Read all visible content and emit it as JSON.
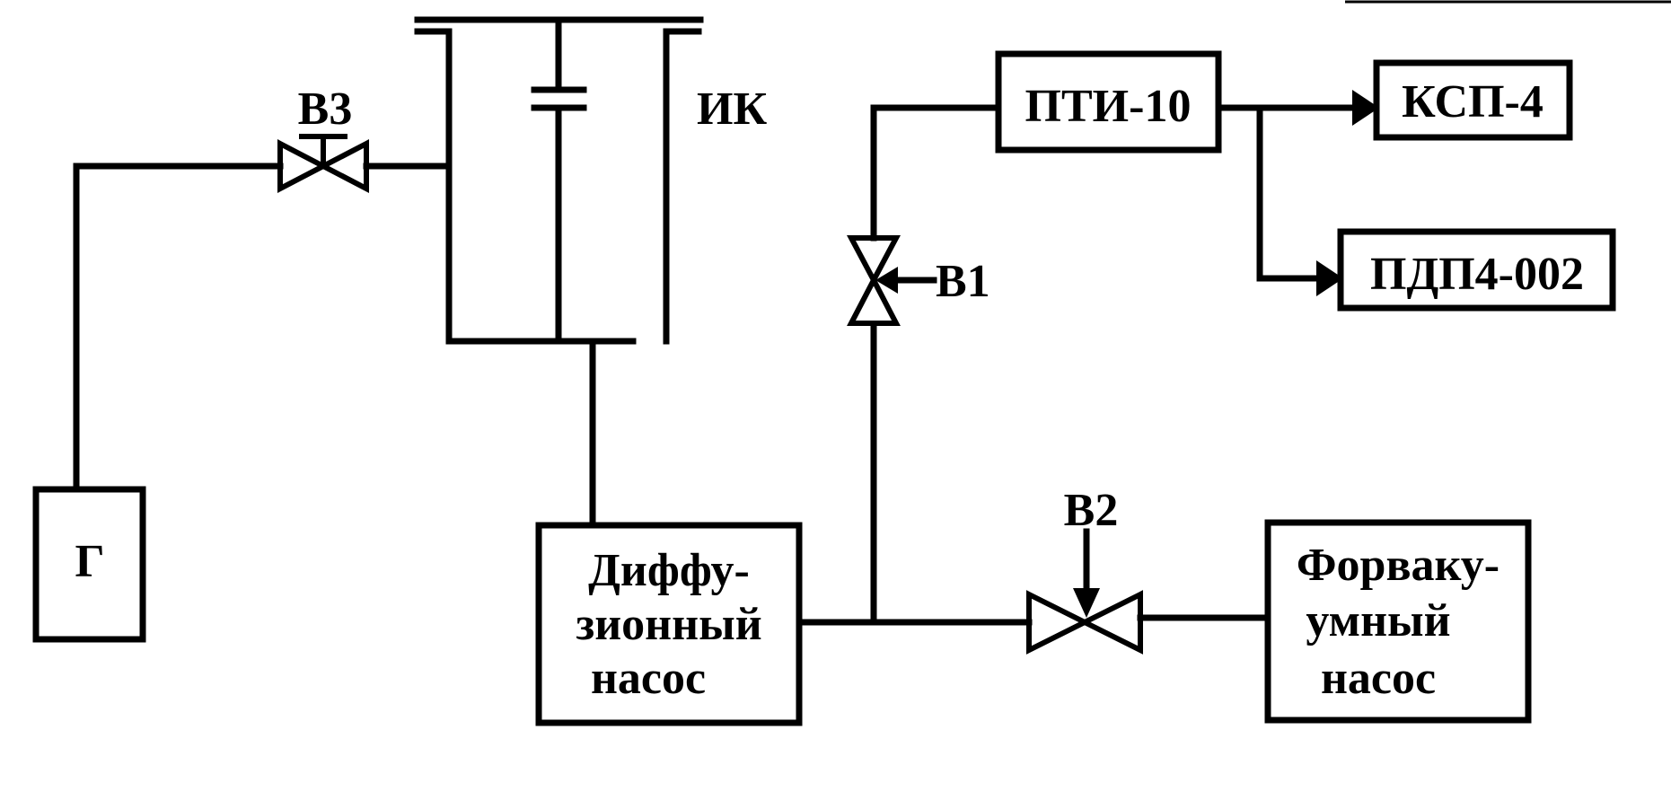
{
  "diagram": {
    "labels": {
      "generator": "Г",
      "valve_v3": "В3",
      "chamber": "ИК",
      "pti": "ПТИ-10",
      "ksp": "КСП-4",
      "pdp": "ПДП4-002",
      "valve_v1": "В1",
      "valve_v2": "В2",
      "diffusion_pump": [
        "Диффу-",
        "зионный",
        "насос"
      ],
      "forevacuum_pump": [
        "Форваку-",
        "умный",
        "насос"
      ]
    },
    "colors": {
      "line": "#000000",
      "background": "#ffffff"
    }
  }
}
